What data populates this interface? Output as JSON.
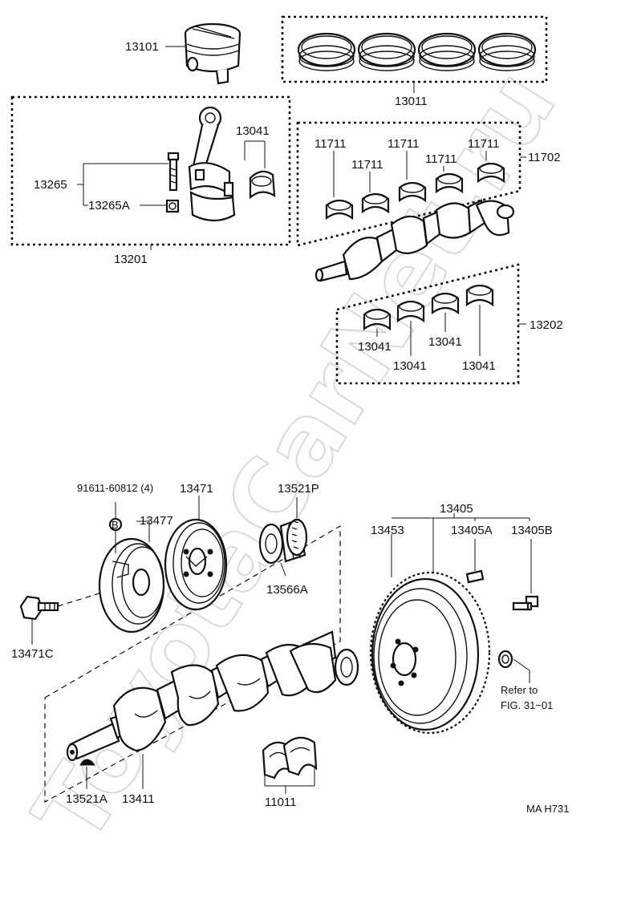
{
  "watermark": "ToyotaCarNet.ru",
  "figure_code": "MA H731",
  "labels": {
    "piston": "13101",
    "piston_ring_set": "13011",
    "conrod_bolt": "13265",
    "conrod_nut": "13265A",
    "conrod_bearing_top": "13041",
    "conrod_assy": "13201",
    "main_bearing_1": "11711",
    "main_bearing_2": "11711",
    "main_bearing_3": "11711",
    "main_bearing_4": "11711",
    "main_bearing_5": "11711",
    "main_bearing_set": "11702",
    "conrod_bearing_set": "13202",
    "conrod_bearing_a": "13041",
    "conrod_bearing_b": "13041",
    "conrod_bearing_c": "13041",
    "conrod_bearing_d": "13041",
    "pulley_bolt_ref": "91611-60812 (4)",
    "damper_pulley": "13471",
    "crank_timing_pulley": "13521P",
    "pulley_hub": "13477",
    "pulley_bolt": "13471C",
    "pulley_washer": "13566A",
    "flywheel_assy": "13405",
    "ring_gear": "13453",
    "flywheel_pin": "13405A",
    "flywheel_bolt": "13405B",
    "crankshaft_key": "13521A",
    "crankshaft": "13411",
    "thrust_washer": "11011",
    "refer_line1": "Refer to",
    "refer_line2": "FIG. 31−01",
    "circle_b": "B"
  }
}
